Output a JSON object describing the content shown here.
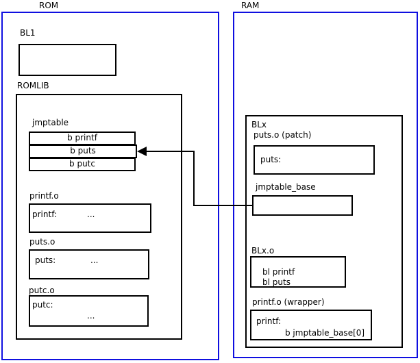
{
  "rom": {
    "title": "ROM",
    "bl1_label": "BL1",
    "romlib_label": "ROMLIB",
    "jmptable_label": "jmptable",
    "jmptable_rows": [
      "b printf",
      "b puts",
      "b putc"
    ],
    "printf_o": {
      "label": "printf.o",
      "symbol": "printf:",
      "body": "..."
    },
    "puts_o": {
      "label": "puts.o",
      "symbol": "puts:",
      "body": "..."
    },
    "putc_o": {
      "label": "putc.o",
      "symbol": "putc:",
      "body": "..."
    }
  },
  "ram": {
    "title": "RAM",
    "blx_label": "BLx",
    "puts_patch": {
      "label": "puts.o (patch)",
      "symbol": "puts:"
    },
    "jmptable_base_label": "jmptable_base",
    "blx_o": {
      "label": "BLx.o",
      "instructions": [
        "bl printf",
        "bl puts"
      ]
    },
    "printf_wrapper": {
      "label": "printf.o (wrapper)",
      "symbol": "printf:",
      "instruction": "b jmptable_base[0]"
    }
  },
  "arrow": {
    "from": "jmptable_base",
    "to": "jmptable row: b puts"
  },
  "colors": {
    "frame_blue": "#0f0fe0",
    "line_black": "#000000",
    "background": "#ffffff"
  }
}
